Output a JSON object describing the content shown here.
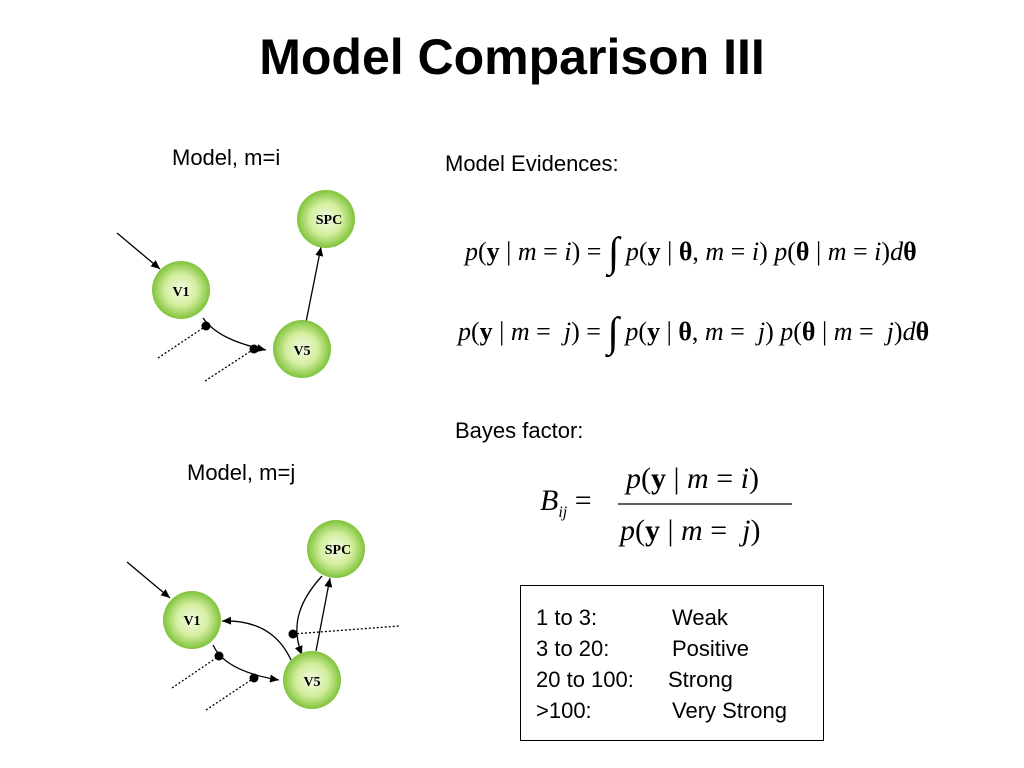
{
  "slide": {
    "title": "Model Comparison III"
  },
  "models": {
    "i_label": "Model, m=i",
    "j_label": "Model, m=j",
    "nodes": {
      "spc": "SPC",
      "v1": "V1",
      "v5": "V5"
    }
  },
  "evidence": {
    "heading": "Model Evidences:"
  },
  "bayes": {
    "heading": "Bayes factor:"
  },
  "scale": {
    "rows": [
      {
        "range": "1 to 3:",
        "strength": "Weak"
      },
      {
        "range": "3 to 20:",
        "strength": "Positive"
      },
      {
        "range": "20 to 100:",
        "strength": "Strong"
      },
      {
        "range": ">100:",
        "strength": "Very Strong"
      }
    ]
  },
  "colors": {
    "node_fill_center": "#f4fbe3",
    "node_fill_edge": "#7fc33a"
  }
}
